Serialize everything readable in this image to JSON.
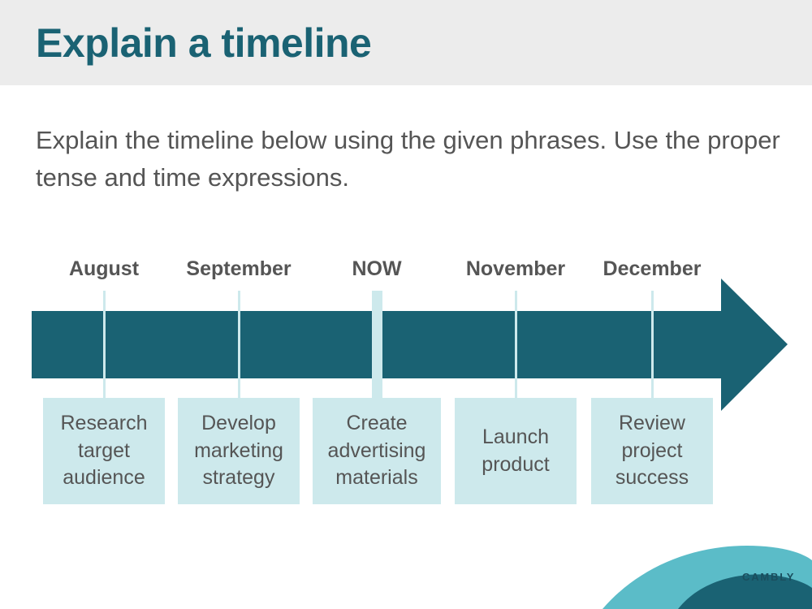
{
  "slide": {
    "title": "Explain a timeline",
    "instructions": "Explain the timeline below using the given phrases. Use the proper tense and time expressions.",
    "brand": "CAMBLY"
  },
  "colors": {
    "accent": "#1a6273",
    "task_box": "#cde9ec",
    "text": "#555555",
    "header_bg": "#ececec",
    "deco_light": "#5bbcc8",
    "deco_dark": "#1a6273"
  },
  "timeline": {
    "points": [
      {
        "month": "August",
        "task": "Research\ntarget\naudience",
        "is_now": false
      },
      {
        "month": "September",
        "task": "Develop\nmarketing\nstrategy",
        "is_now": false
      },
      {
        "month": "NOW",
        "task": "Create\nadvertising\nmaterials",
        "is_now": true
      },
      {
        "month": "November",
        "task": "Launch\nproduct",
        "is_now": false
      },
      {
        "month": "December",
        "task": "Review\nproject\nsuccess",
        "is_now": false
      }
    ]
  }
}
